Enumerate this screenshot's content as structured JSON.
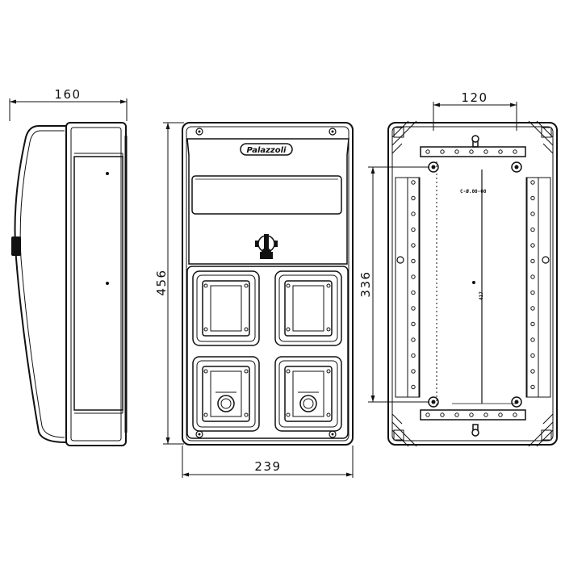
{
  "dimensions": {
    "side_depth": "160",
    "front_height": "456",
    "front_width": "239",
    "rear_hole_spacing_h": "120",
    "rear_hole_spacing_v": "336"
  },
  "labels": {
    "brand": "Palazzoli",
    "rear_code": "C-Ø.00-00",
    "rear_small": "417"
  }
}
